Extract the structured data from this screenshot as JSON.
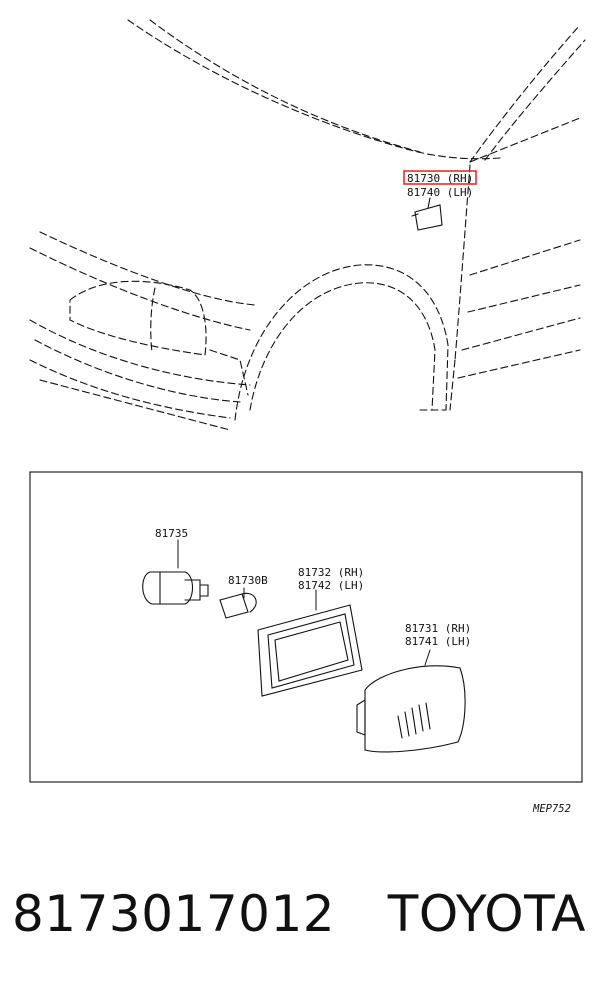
{
  "callouts": {
    "c81730": "81730 (RH)",
    "c81740": "81740 (LH)",
    "c81735": "81735",
    "c81730B": "81730B",
    "c81732": "81732 (RH)",
    "c81742": "81742 (LH)",
    "c81731": "81731 (RH)",
    "c81741": "81741 (LH)"
  },
  "drawing_code": "MEP752",
  "footer": {
    "part_number": "8173017012",
    "brand": "TOYOTA"
  },
  "colors": {
    "highlight": "#e0302a",
    "line": "#111111"
  }
}
